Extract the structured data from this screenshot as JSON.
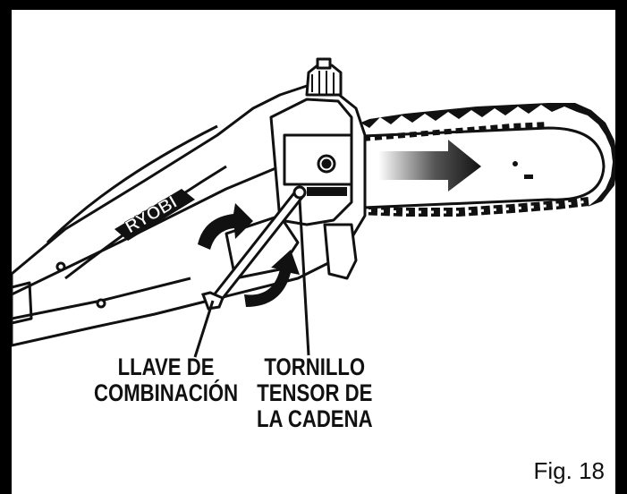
{
  "illustration": {
    "brand_logo_text": "RYOBI",
    "icons": [
      "chainsaw-illustration",
      "direction-arrow-icon",
      "rotation-arrows-icon",
      "wrench-icon"
    ]
  },
  "callouts": {
    "wrench": {
      "lines": [
        "LLAVE DE",
        "COMBINACIÓN"
      ]
    },
    "tension_screw": {
      "lines": [
        "TORNILLO",
        "TENSOR DE",
        "LA CADENA"
      ]
    }
  },
  "figure_label": "Fig. 18",
  "colors": {
    "frame": "#000000",
    "background": "#ffffff",
    "ink": "#111111"
  }
}
